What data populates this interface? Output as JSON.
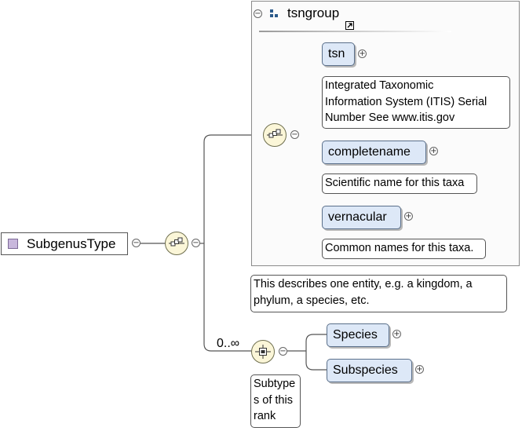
{
  "root": {
    "name": "SubgenusType"
  },
  "group": {
    "name": "tsngroup"
  },
  "group_doc": "This describes one entity, e.g. a kingdom, a phylum, a species, etc.",
  "group_elements": [
    {
      "name": "tsn",
      "doc_lines": [
        "Integrated Taxonomic",
        "Information System (ITIS) Serial",
        "Number See www.itis.gov"
      ]
    },
    {
      "name": "completename",
      "doc_lines": [
        "Scientific name for this taxa"
      ]
    },
    {
      "name": "vernacular",
      "doc_lines": [
        "Common names for this taxa."
      ]
    }
  ],
  "choice": {
    "occurrence": "0..∞",
    "doc_lines": [
      "Subtype",
      "s of this",
      "rank"
    ],
    "elements": [
      {
        "name": "Species"
      },
      {
        "name": "Subspecies"
      }
    ]
  },
  "icons": {
    "collapse": "minus-sign",
    "expand": "plus-sign",
    "sequence": "sequence-compositor-icon",
    "choice": "choice-compositor-icon",
    "group": "group-icon",
    "reference": "reference-arrow-icon"
  },
  "colors": {
    "element_fill": "#dde8f7",
    "compositor_fill": "#fbf6d8",
    "type_swatch": "#c8b7dc"
  }
}
